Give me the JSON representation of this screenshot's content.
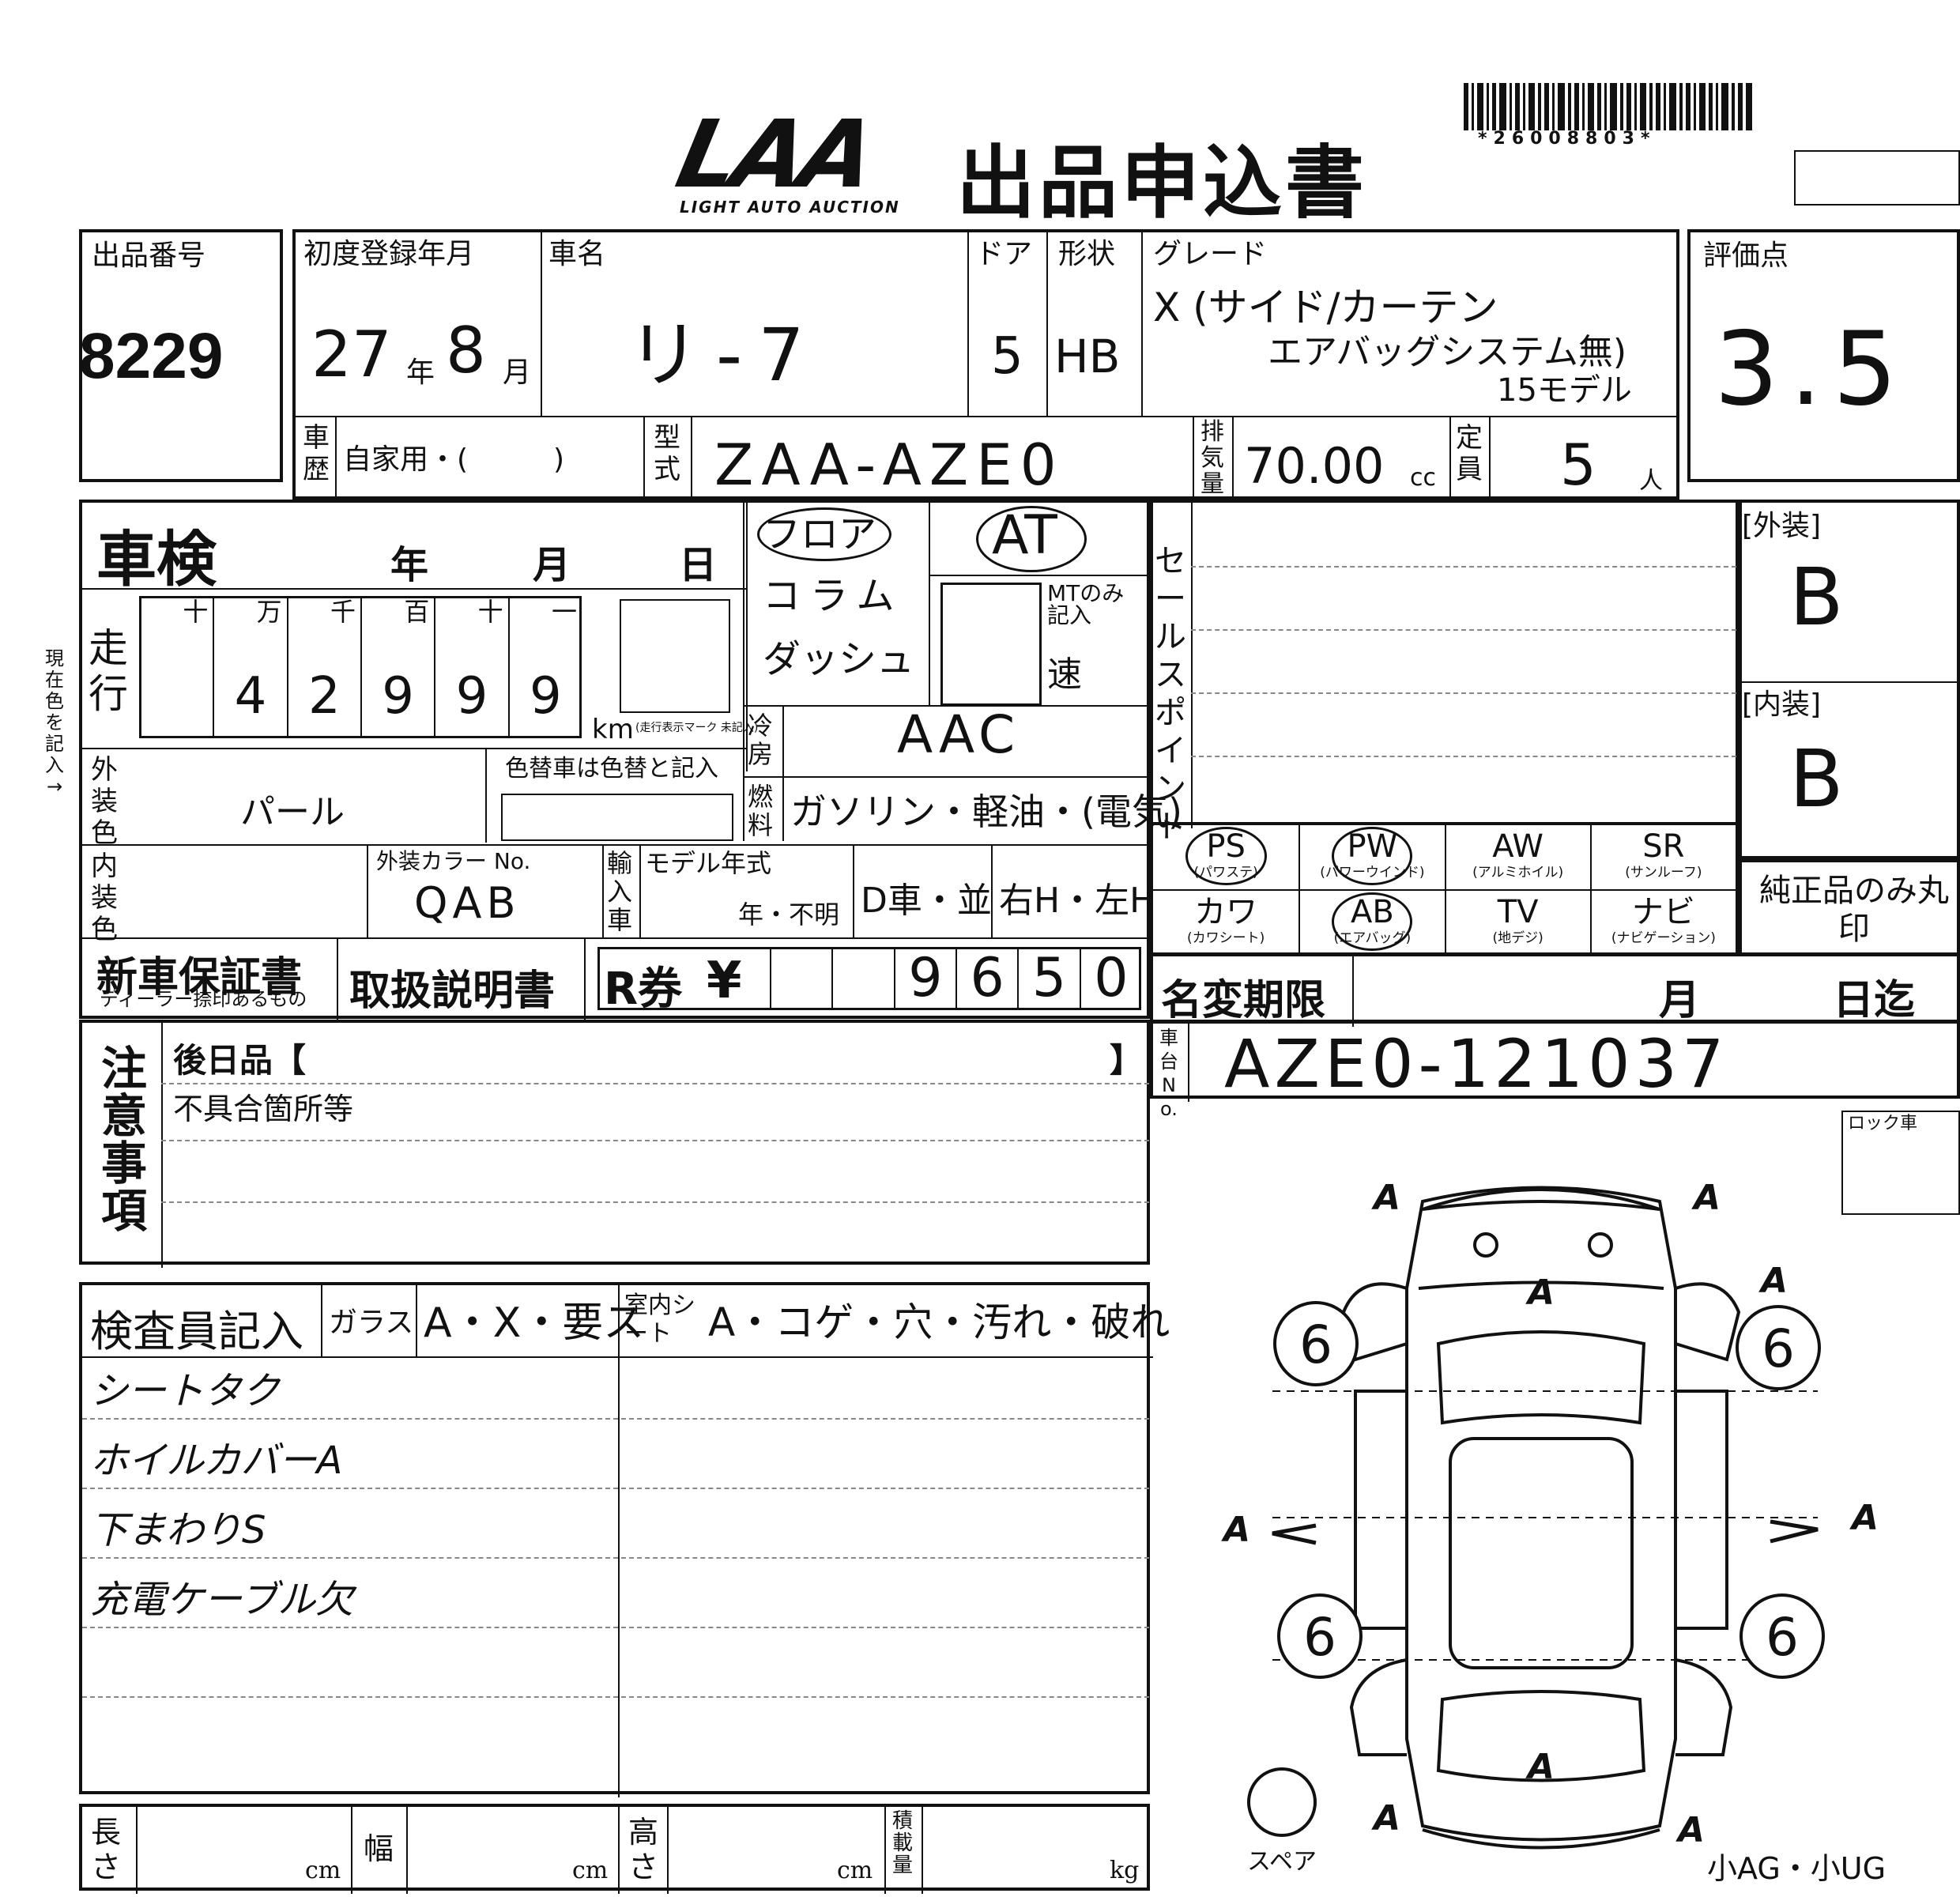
{
  "header": {
    "logo_text": "LAA",
    "logo_sub": "LIGHT AUTO AUCTION",
    "title": "出品申込書",
    "barcode_number": "*26008803*"
  },
  "lot": {
    "label": "出品番号",
    "value": "8229"
  },
  "registration": {
    "label": "初度登録年月",
    "year": "27",
    "year_unit": "年",
    "month": "8",
    "month_unit": "月"
  },
  "car_name": {
    "label": "車名",
    "value": "リ-7"
  },
  "door": {
    "label": "ドア",
    "value": "5"
  },
  "shape": {
    "label": "形状",
    "value": "HB"
  },
  "grade": {
    "label": "グレード",
    "line1": "X (サイド/カーテン",
    "line2": "エアバッグシステム無)",
    "line3": "15モデル"
  },
  "score": {
    "label": "評価点",
    "value": "3.5"
  },
  "history": {
    "label": "車歴",
    "value": "自家用・(　　　)"
  },
  "model": {
    "label": "型式",
    "value": "ZAA-AZE0"
  },
  "displacement": {
    "label": "排気量",
    "value": "70.00",
    "unit": "cc"
  },
  "capacity": {
    "label": "定員",
    "value": "5",
    "unit": "人"
  },
  "inspection": {
    "label": "車検",
    "year": "年",
    "month": "月",
    "day": "日"
  },
  "mileage": {
    "label": "走行",
    "units": [
      "十",
      "万",
      "千",
      "百",
      "十",
      "一"
    ],
    "digits": [
      "",
      "4",
      "2",
      "9",
      "9",
      "9"
    ],
    "unit": "km",
    "unit_note": "(走行表示マーク 未記入)"
  },
  "shift_pos": {
    "options": "フロア・コラム・ダッシュ",
    "floor": "フロア",
    "column": "コラム",
    "dash": "ダッシュ"
  },
  "transmission": {
    "value": "AT",
    "mt_note": "MTのみ記入",
    "speed": "速"
  },
  "aircon": {
    "label": "冷房",
    "value": "AAC"
  },
  "fuel": {
    "label": "燃料",
    "options": "ガソリン・軽油・(電気)"
  },
  "exterior_color": {
    "label": "外装色",
    "value": "パール",
    "note": "色替車は色替と記入"
  },
  "interior_color": {
    "label": "内装色",
    "color_no_label": "外装カラー No.",
    "color_no": "QAB"
  },
  "import": {
    "label": "輸入車",
    "model_year_label": "モデル年式",
    "model_year_opts": "年・不明",
    "dealer": "D車・並",
    "steering": "右H・左H"
  },
  "side_note": "現在色を記入→",
  "sales_point": {
    "label": "セールスポイント"
  },
  "grades": {
    "exterior_label": "[外装]",
    "exterior_value": "B",
    "interior_label": "[内装]",
    "interior_value": "B"
  },
  "equipment": [
    {
      "name": "PS",
      "sub": "(パワステ)"
    },
    {
      "name": "PW",
      "sub": "(パワーウインド)"
    },
    {
      "name": "AW",
      "sub": "(アルミホイル)"
    },
    {
      "name": "SR",
      "sub": "(サンルーフ)"
    },
    {
      "name": "カワ",
      "sub": "(カワシート)"
    },
    {
      "name": "AB",
      "sub": "(エアバッグ)"
    },
    {
      "name": "TV",
      "sub": "(地デジ)"
    },
    {
      "name": "ナビ",
      "sub": "(ナビゲーション)"
    }
  ],
  "genuine_only": "純正品のみ丸印",
  "warranty": {
    "label": "新車保証書",
    "sub": "ディーラー捺印あるもの"
  },
  "manual": {
    "label": "取扱説明書"
  },
  "price": {
    "label": "R券",
    "yen": "¥",
    "digits": [
      "",
      "",
      "9",
      "6",
      "5",
      "0"
    ]
  },
  "name_change": {
    "label": "名変期限",
    "month": "月",
    "day": "日迄"
  },
  "chassis": {
    "label": "車台No.",
    "value": "AZE0-121037"
  },
  "notes": {
    "label": "注意事項",
    "later_items": "後日品【",
    "later_close": "】",
    "defects": "不具合箇所等"
  },
  "inspector": {
    "label": "検査員記入",
    "glass_label": "ガラス",
    "glass_value": "A・X・要ス",
    "interior_label": "室内シート",
    "interior_value": "A・コゲ・穴・汚れ・破れ",
    "lines": [
      "シートタク",
      "ホイルカバーA",
      "下まわりS",
      "充電ケーブル欠"
    ]
  },
  "dimensions": {
    "length": "長さ",
    "width": "幅",
    "height": "高さ",
    "load": "積載量",
    "cm": "cm",
    "kg": "kg"
  },
  "diagram": {
    "lock_label": "ロック車",
    "spare_label": "スペア",
    "tire_mark": "6",
    "area_mark": "A",
    "bottom_note": "小AG・小UG"
  }
}
